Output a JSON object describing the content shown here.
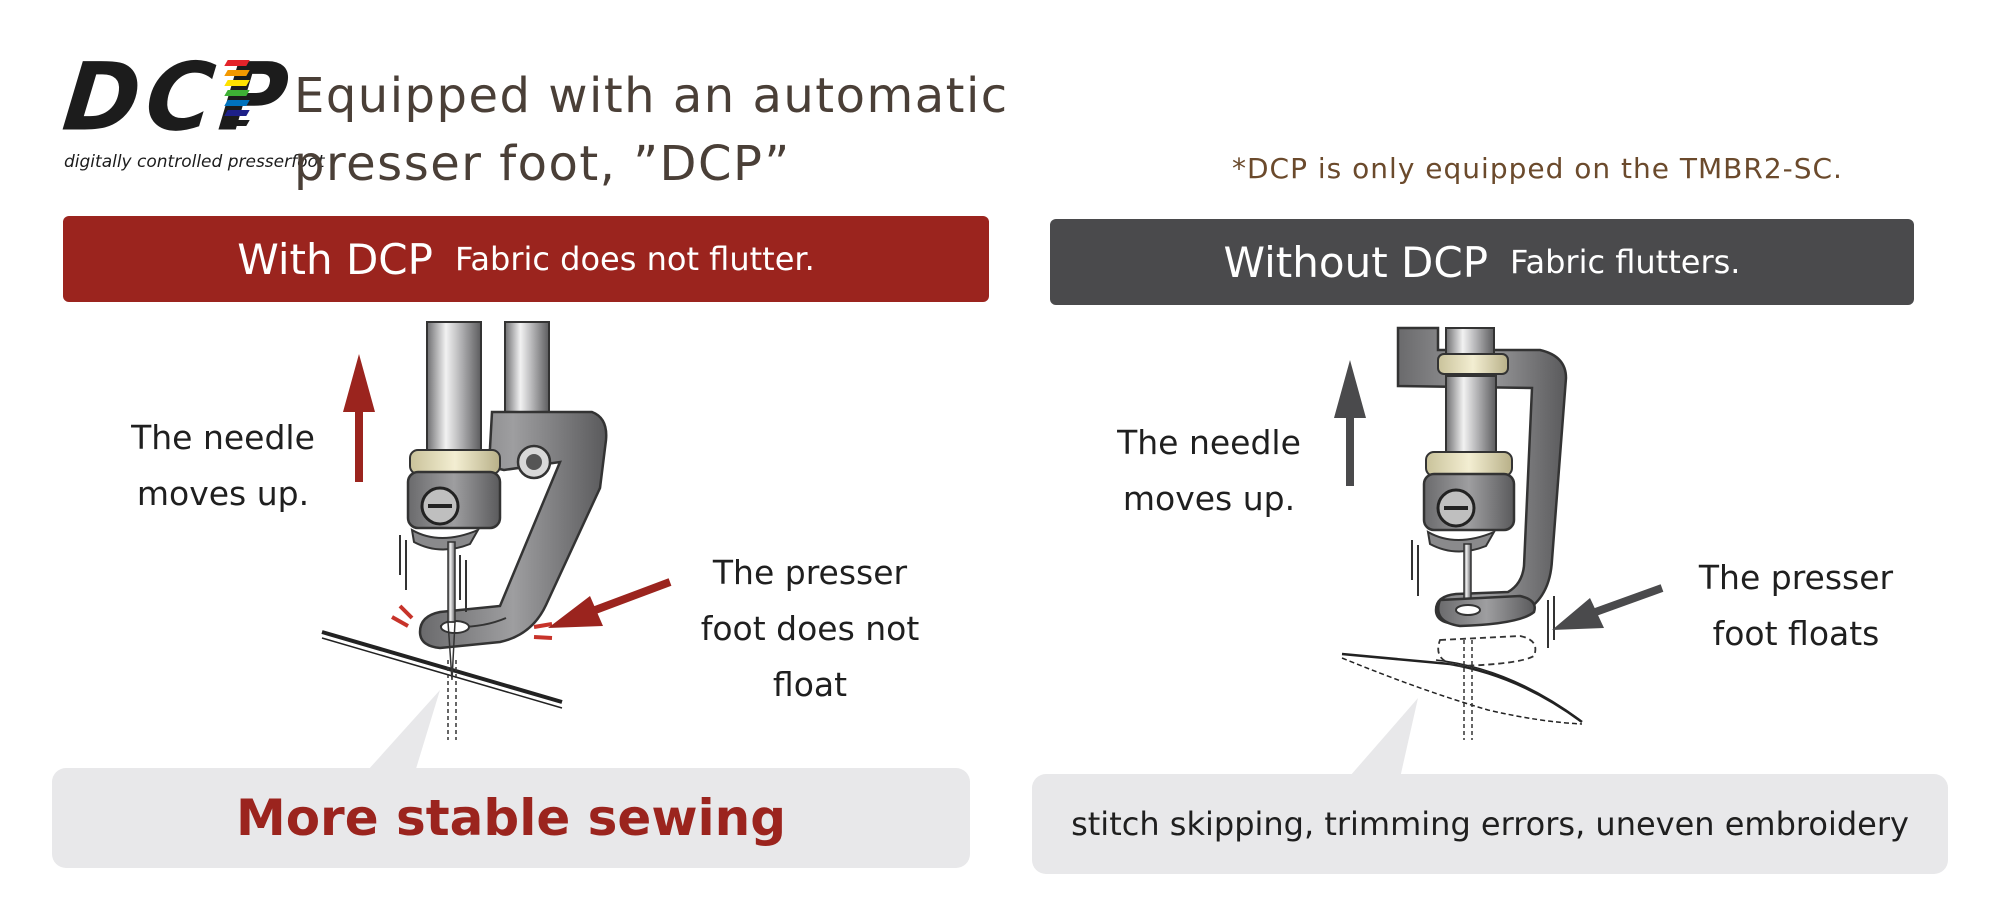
{
  "logo": {
    "text": "DCP",
    "subtitle": "digitally controlled presserfoot",
    "stripe_colors": [
      "#e4232a",
      "#f39800",
      "#ffe100",
      "#3eb035",
      "#0072bc",
      "#1d2088",
      "#1c1c1c"
    ]
  },
  "header": {
    "title_line1": "Equipped with an automatic",
    "title_line2": "presser foot, ”DCP”",
    "note": "*DCP is only equipped on the TMBR2-SC."
  },
  "left_panel": {
    "banner_main": "With DCP",
    "banner_sub": "Fabric does not flutter.",
    "needle_label_line1": "The needle",
    "needle_label_line2": "moves up.",
    "foot_label_line1": "The presser",
    "foot_label_line2": "foot does not",
    "foot_label_line3": "float",
    "result": "More stable sewing",
    "accent_color": "#9b241e"
  },
  "right_panel": {
    "banner_main": "Without DCP",
    "banner_sub": "Fabric flutters.",
    "needle_label_line1": "The needle",
    "needle_label_line2": "moves up.",
    "foot_label_line1": "The presser",
    "foot_label_line2": "foot floats",
    "result": "stitch skipping, trimming errors, uneven embroidery",
    "accent_color": "#4a4a4c"
  }
}
